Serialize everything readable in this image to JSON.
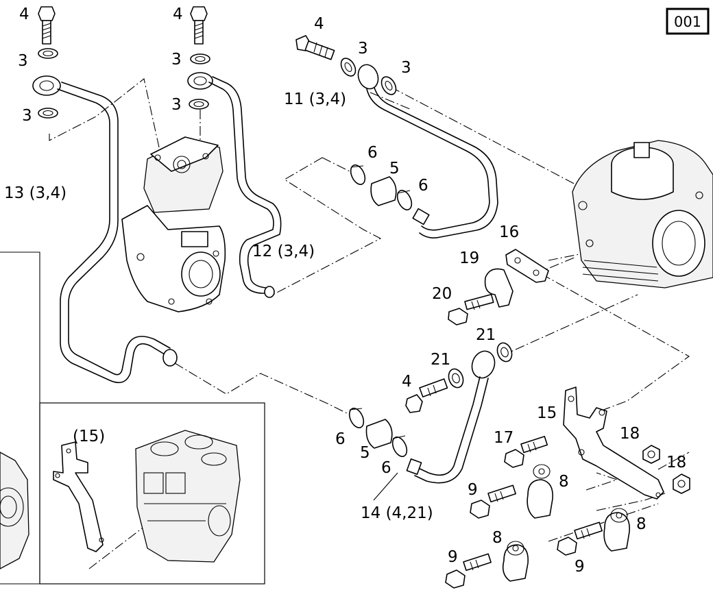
{
  "diagram_id": "001",
  "callouts": [
    {
      "id": "c-4a",
      "text": "4"
    },
    {
      "id": "c-3a",
      "text": "3"
    },
    {
      "id": "c-3b",
      "text": "3"
    },
    {
      "id": "c-4b",
      "text": "4"
    },
    {
      "id": "c-3c",
      "text": "3"
    },
    {
      "id": "c-3d",
      "text": "3"
    },
    {
      "id": "c-4c",
      "text": "4"
    },
    {
      "id": "c-3e",
      "text": "3"
    },
    {
      "id": "c-3f",
      "text": "3"
    },
    {
      "id": "c-11",
      "text": "11 (3,4)"
    },
    {
      "id": "c-13",
      "text": "13 (3,4)"
    },
    {
      "id": "c-6a",
      "text": "6"
    },
    {
      "id": "c-5a",
      "text": "5"
    },
    {
      "id": "c-6b",
      "text": "6"
    },
    {
      "id": "c-12",
      "text": "12 (3,4)"
    },
    {
      "id": "c-16",
      "text": "16"
    },
    {
      "id": "c-19",
      "text": "19"
    },
    {
      "id": "c-20",
      "text": "20"
    },
    {
      "id": "c-21a",
      "text": "21"
    },
    {
      "id": "c-21b",
      "text": "21"
    },
    {
      "id": "c-4d",
      "text": "4"
    },
    {
      "id": "c-15",
      "text": "15"
    },
    {
      "id": "c-18a",
      "text": "18"
    },
    {
      "id": "c-18b",
      "text": "18"
    },
    {
      "id": "c-17",
      "text": "17"
    },
    {
      "id": "c-6c",
      "text": "6"
    },
    {
      "id": "c-5b",
      "text": "5"
    },
    {
      "id": "c-6d",
      "text": "6"
    },
    {
      "id": "c-8a",
      "text": "8"
    },
    {
      "id": "c-9a",
      "text": "9"
    },
    {
      "id": "c-14",
      "text": "14 (4,21)"
    },
    {
      "id": "c-8b",
      "text": "8"
    },
    {
      "id": "c-8c",
      "text": "8"
    },
    {
      "id": "c-9b",
      "text": "9"
    },
    {
      "id": "c-9c",
      "text": "9"
    },
    {
      "id": "c-15-inset",
      "text": "(15)"
    }
  ]
}
